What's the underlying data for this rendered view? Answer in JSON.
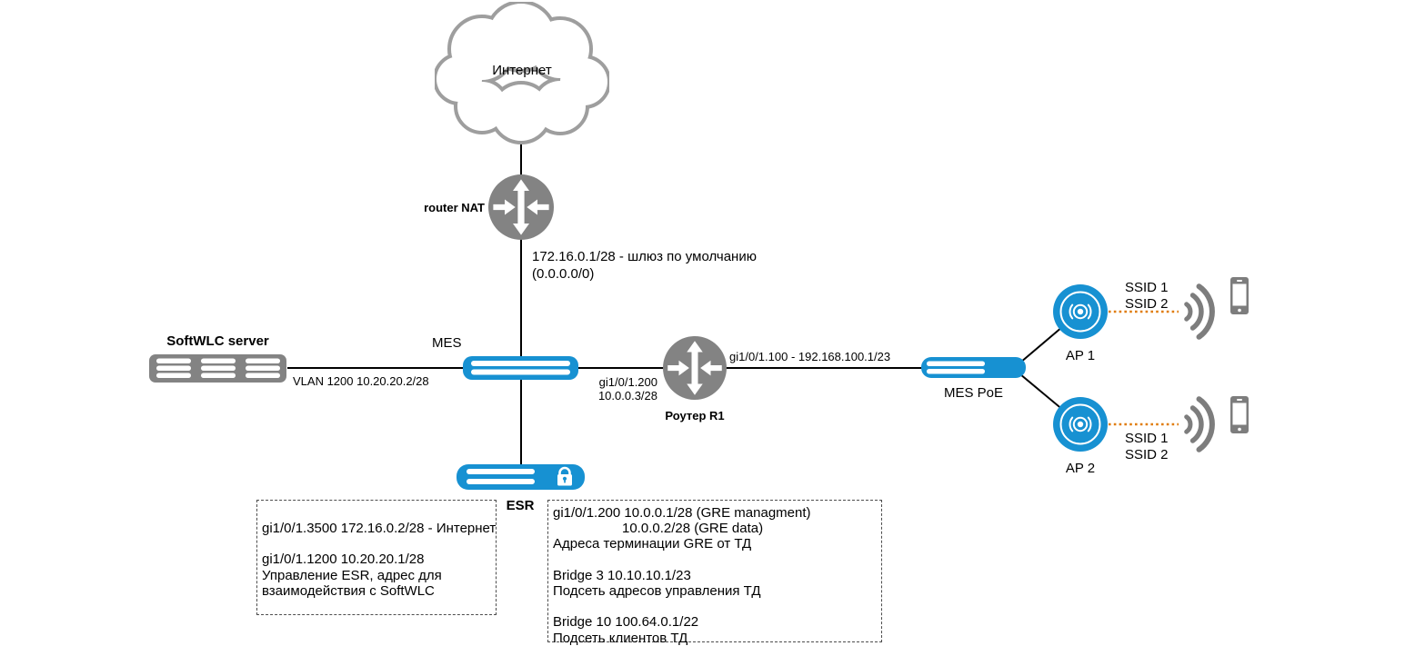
{
  "colors": {
    "device_blue": "#1791d2",
    "icon_gray": "#838383",
    "cloud_gray": "#9e9e9e",
    "wireless_gray": "#7d7d7d",
    "wireless_orange": "#e07c0c",
    "line_black": "#000000"
  },
  "nodes": {
    "internet": {
      "label": "Интернет"
    },
    "router_nat": {
      "label": "router NAT"
    },
    "gateway_note": {
      "line1": "172.16.0.1/28 - шлюз по умолчанию",
      "line2": "(0.0.0.0/0)"
    },
    "softwlc_server": {
      "label": "SoftWLC server"
    },
    "mes": {
      "label": "MES"
    },
    "router_r1": {
      "label": "Роутер R1"
    },
    "mes_poe": {
      "label": "MES PoE"
    },
    "ap1": {
      "label": "AP 1",
      "ssid_line1": "SSID 1",
      "ssid_line2": "SSID 2"
    },
    "ap2": {
      "label": "AP 2",
      "ssid_line1": "SSID 1",
      "ssid_line2": "SSID 2"
    },
    "esr": {
      "label": "ESR"
    }
  },
  "links": {
    "softwlc_mes": {
      "label": "VLAN 1200 10.20.20.2/28"
    },
    "mes_r1": {
      "line1": "gi1/0/1.200",
      "line2": "10.0.0.3/28"
    },
    "r1_mes_poe": {
      "label": "gi1/0/1.100 - 192.168.100.1/23"
    }
  },
  "notes": {
    "esr_left": {
      "lines": [
        "gi1/0/1.3500 172.16.0.2/28 - Интернет",
        "",
        "gi1/0/1.1200 10.20.20.1/28",
        "Управление ESR, адрес для",
        "взаимодействия с SoftWLC"
      ]
    },
    "esr_right": {
      "lines": [
        "gi1/0/1.200 10.0.0.1/28 (GRE managment)",
        "10.0.0.2/28 (GRE data)",
        "Адреса терминации GRE от ТД",
        "",
        "Bridge 3 10.10.10.1/23",
        "Подсеть адресов управления ТД",
        "",
        "Bridge 10 100.64.0.1/22",
        "Подсеть клиентов ТД"
      ]
    }
  }
}
